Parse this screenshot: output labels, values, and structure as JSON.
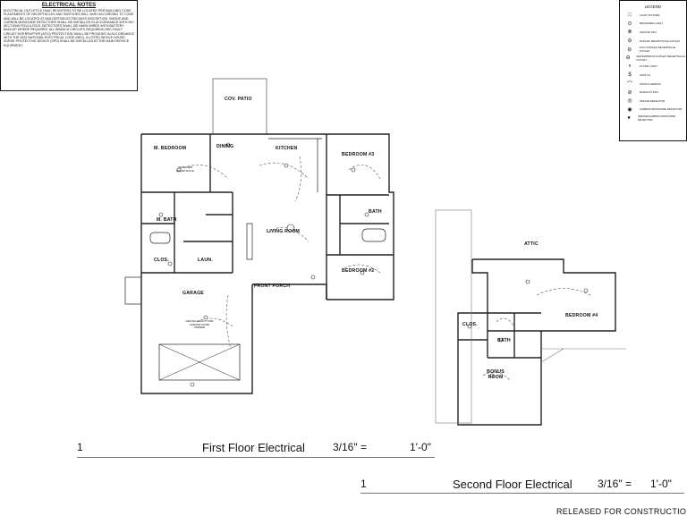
{
  "notes": {
    "title": "ELECTRICAL NOTES",
    "body": "ELECTRICAL OUTLETS & HVAC REGISTERS TO BE LOCATED PER BUILDING CODE. PLACEMENTS OF RECEPTACLES AND SWITCHES WILL VARY ACCORDING TO CODE AND WILL BE LOCATED AT BUILDER'S/ELECTRICIAN'S DISCRETION. SMOKE AND CARBON MONOXIDE DETECTORS SHALL BE INSTALLED IN ACCORDANCE WITH IRC SECTIONS R314 & R315. DETECTORS SHALL BE HARD WIRED WITH BATTERY BACKUP WHERE REQUIRED. ALL BRANCH CIRCUITS REQUIRING ARC-FAULT CIRCUIT INTERRUPTER (AFCI) PROTECTION SHALL BE PROVIDED IN ACCORDANCE WITH THE 2020 NATIONAL ELECTRICAL CODE (NEC). A LISTED WHOLE HOUSE SURGE PROTECTIVE DEVICE (SPD) SHALL BE INSTALLED AT THE MAIN SERVICE EQUIPMENT."
  },
  "legend": {
    "title": "LEGEND",
    "items": [
      {
        "symbol": "□",
        "label": "LIGHT FIXTURE"
      },
      {
        "symbol": "⊙",
        "label": "RECESSED LIGHT"
      },
      {
        "symbol": "⊗",
        "label": "CEILING FAN"
      },
      {
        "symbol": "⊖",
        "label": "DUPLEX RECEPTACLE OUTLET"
      },
      {
        "symbol": "⊖",
        "label": "GFCI DUPLEX RECEPTACLE OUTLET"
      },
      {
        "symbol": "⊖",
        "label": "WATERPROOF DUPLEX RECEPTACLE OUTLET"
      },
      {
        "symbol": "◗",
        "label": "FLOOD LIGHT"
      },
      {
        "symbol": "$",
        "label": "SWITCH"
      },
      {
        "symbol": "⌒",
        "label": "SWITCH WIRING"
      },
      {
        "symbol": "⊘",
        "label": "EXHAUST FAN"
      },
      {
        "symbol": "◎",
        "label": "SMOKE DETECTOR"
      },
      {
        "symbol": "◉",
        "label": "CARBON MONOXIDE DETECTOR"
      },
      {
        "symbol": "●",
        "label": "SMOKE/CARBON MONOXIDE DETECTOR"
      }
    ]
  },
  "first_floor": {
    "rooms": {
      "cov_patio": "COV. PATIO",
      "dining": "DINING",
      "kitchen": "KITCHEN",
      "bedroom3": "BEDROOM #3",
      "master_bedroom": "M. BEDROOM",
      "master_bath": "M. BATH",
      "bath": "BATH",
      "living_room": "LIVING ROOM",
      "clos": "CLOS.",
      "laun": "LAUN.",
      "bedroom2": "BEDROOM #2",
      "garage": "GARAGE",
      "front_porch": "FRONT PORCH"
    },
    "notes": {
      "garage_door": "CEILING MOUNT FOR GARAGE DOOR OPENER",
      "bed_note": "SWITCHED RECEPTACLE"
    }
  },
  "second_floor": {
    "rooms": {
      "attic": "ATTIC",
      "bedroom4": "BEDROOM #4",
      "clos": "CLOS.",
      "bath": "BATH",
      "bonus_room": "BONUS ROOM"
    }
  },
  "captions": {
    "first": {
      "number": "1",
      "title": "First Floor Electrical",
      "scale": "3/16\" =",
      "scale_value": "1'-0\""
    },
    "second": {
      "number": "1",
      "title": "Second Floor Electrical",
      "scale": "3/16\" =",
      "scale_value": "1'-0\""
    }
  },
  "status": "RELEASED FOR CONSTRUCTION"
}
